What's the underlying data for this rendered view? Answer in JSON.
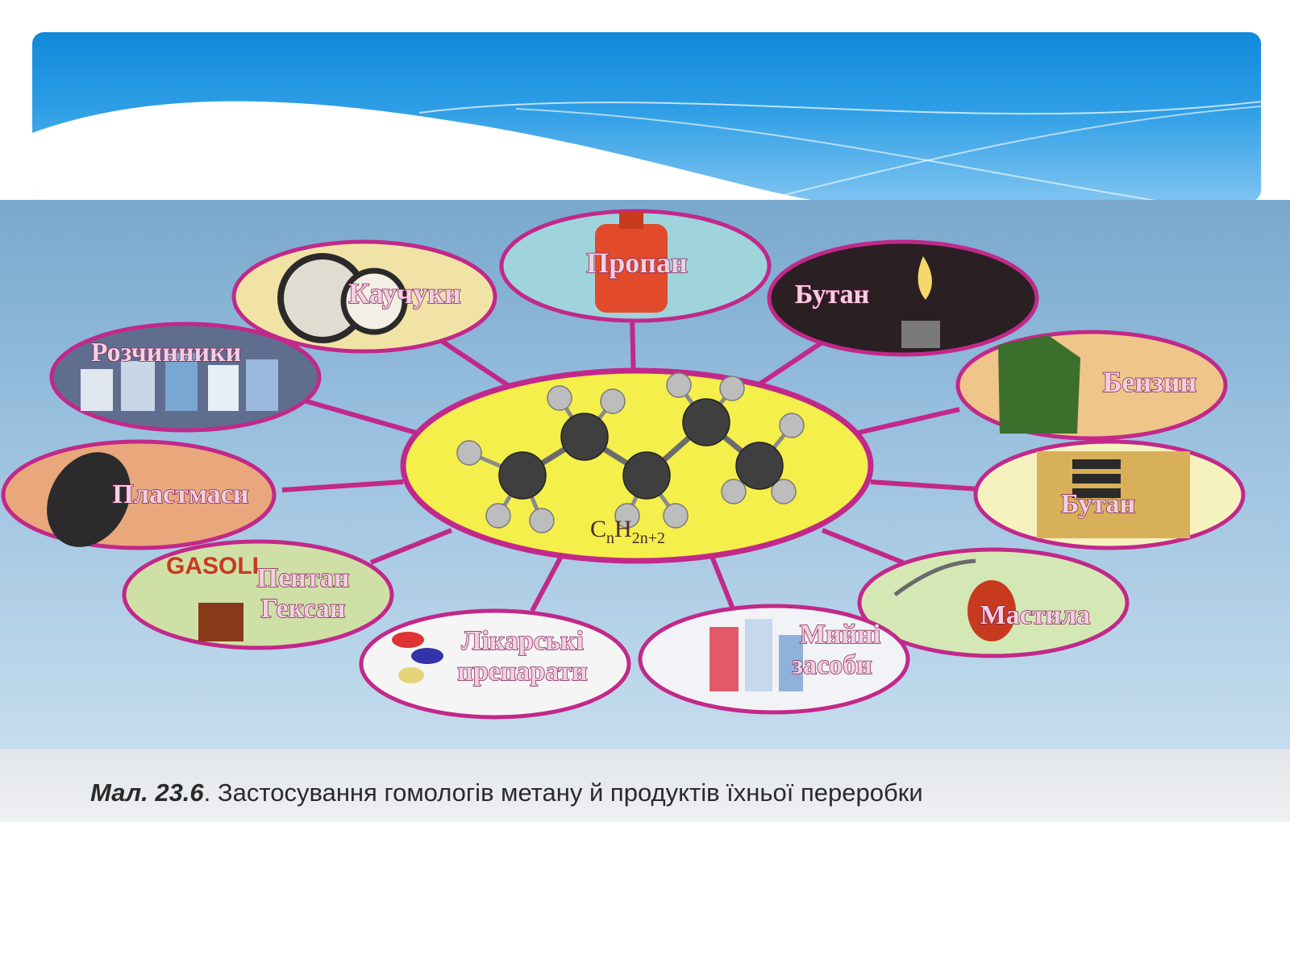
{
  "figure": {
    "center": {
      "formula": {
        "base1": "C",
        "sub1": "n",
        "base2": "H",
        "sub2": "2n+2"
      }
    },
    "nodes": [
      {
        "id": "propan",
        "label": [
          "Пропан"
        ],
        "color": "#9fd4dc"
      },
      {
        "id": "kauchuky",
        "label": [
          "Каучуки"
        ],
        "color": "#f1e3a6"
      },
      {
        "id": "butan-top",
        "label": [
          "Бутан"
        ],
        "color": "#2a1f22"
      },
      {
        "id": "rozchynnyky",
        "label": [
          "Розчинники"
        ],
        "color": "#5f6e8e"
      },
      {
        "id": "benzyn",
        "label": [
          "Бензин"
        ],
        "color": "#efc58a"
      },
      {
        "id": "plastmasy",
        "label": [
          "Пластмаси"
        ],
        "color": "#e9a87c"
      },
      {
        "id": "butan-right",
        "label": [
          "Бутан"
        ],
        "color": "#f6f2c0"
      },
      {
        "id": "pentan",
        "label": [
          "Пентан",
          "Гексан"
        ],
        "color": "#cfe0a6"
      },
      {
        "id": "mastyla",
        "label": [
          "Мастила"
        ],
        "color": "#d4e8b6"
      },
      {
        "id": "likarski",
        "label": [
          "Лікарські",
          "препарати"
        ],
        "color": "#f5f5f5"
      },
      {
        "id": "myini",
        "label": [
          "Мийні",
          "засоби"
        ],
        "color": "#f2f3f6"
      }
    ]
  },
  "caption": {
    "label": "Мал. 23.6",
    "text": ". Застосування гомологів метану й продуктів їхньої переробки"
  },
  "colors": {
    "connector": "#c2288a",
    "center_fill": "#f4ef4a",
    "ring": "#c2288a"
  }
}
